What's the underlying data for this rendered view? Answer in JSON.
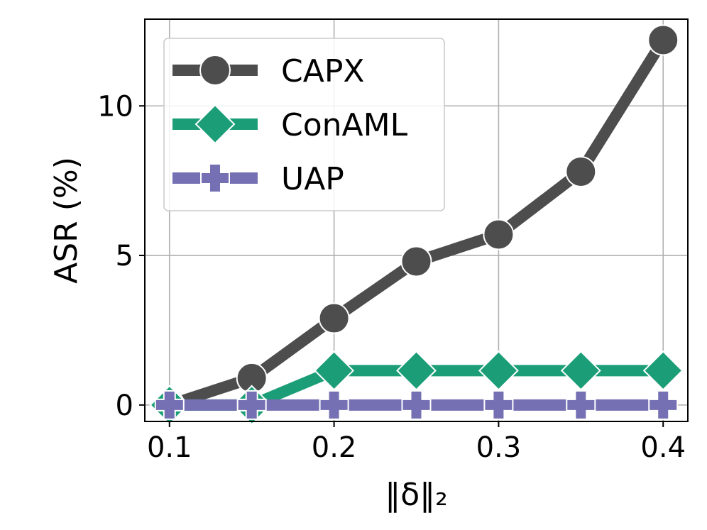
{
  "chart_data": {
    "type": "line",
    "x": [
      0.1,
      0.15,
      0.2,
      0.25,
      0.3,
      0.35,
      0.4
    ],
    "xticks": [
      "0.1",
      "0.2",
      "0.3",
      "0.4"
    ],
    "xtick_values": [
      0.1,
      0.2,
      0.3,
      0.4
    ],
    "yticks": [
      "0",
      "5",
      "10"
    ],
    "ytick_values": [
      0,
      5,
      10
    ],
    "xlim": [
      0.085,
      0.415
    ],
    "ylim": [
      -0.55,
      12.9
    ],
    "xlabel": "‖δ‖₂",
    "ylabel": "ASR (%)",
    "grid": true,
    "legend_position": "top-left",
    "series": [
      {
        "name": "CAPX",
        "values": [
          0.0,
          0.9,
          2.9,
          4.8,
          5.7,
          7.8,
          12.2
        ],
        "color": "#4d4d4d",
        "marker": "circle"
      },
      {
        "name": "ConAML",
        "values": [
          0.0,
          0.0,
          1.15,
          1.15,
          1.15,
          1.15,
          1.15
        ],
        "color": "#1b9e77",
        "marker": "diamond"
      },
      {
        "name": "UAP",
        "values": [
          0.0,
          0.0,
          0.0,
          0.0,
          0.0,
          0.0,
          0.0
        ],
        "color": "#7570b3",
        "marker": "plus"
      }
    ]
  }
}
